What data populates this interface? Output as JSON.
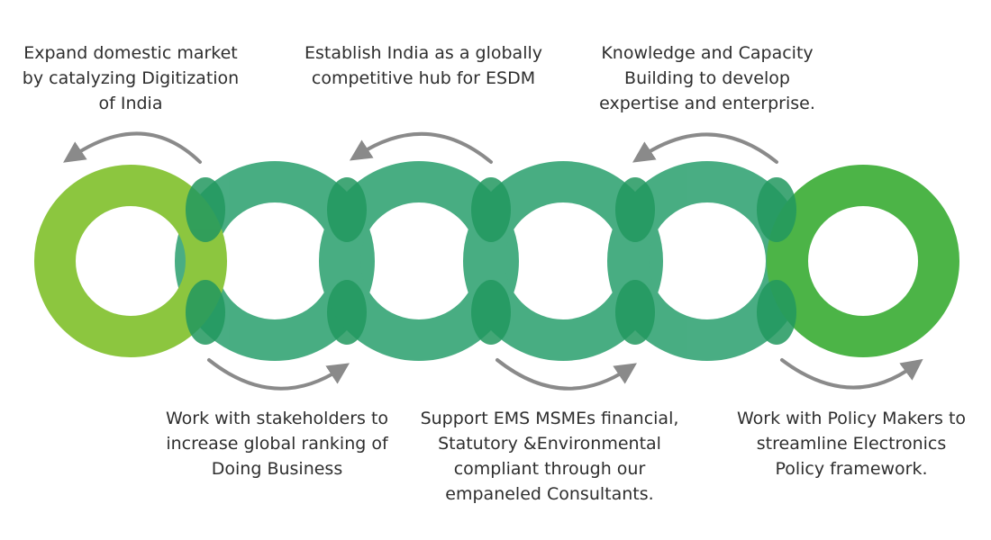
{
  "colors": {
    "left_ring": "#8cc63f",
    "right_ring": "#4cb447",
    "links": "#3fa97c",
    "overlap": "#22985f",
    "arrows": "#8a8a8a"
  },
  "top_labels": [
    {
      "lines": [
        "Expand domestic market",
        "by catalyzing Digitization",
        "of India"
      ]
    },
    {
      "lines": [
        "Establish India as a globally",
        "competitive hub for ESDM"
      ]
    },
    {
      "lines": [
        "Knowledge and Capacity",
        "Building to develop",
        "expertise and enterprise."
      ]
    }
  ],
  "bottom_labels": [
    {
      "lines": [
        "Work with stakeholders to",
        "increase global ranking of",
        "Doing Business"
      ]
    },
    {
      "lines": [
        "Support EMS MSMEs financial,",
        "Statutory &Environmental",
        "compliant through our",
        "empaneled Consultants."
      ]
    },
    {
      "lines": [
        "Work with Policy Makers to",
        "streamline Electronics",
        "Policy framework."
      ]
    }
  ]
}
